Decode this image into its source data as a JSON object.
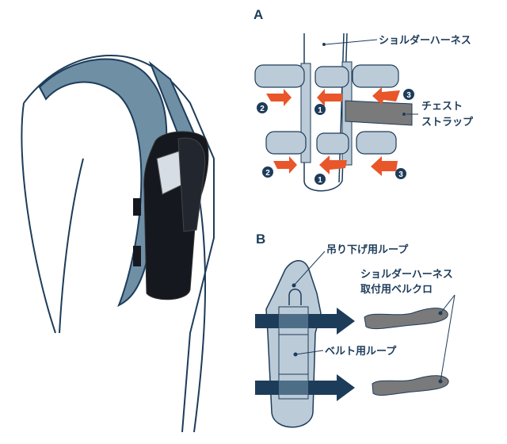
{
  "colors": {
    "navy": "#1d3c5a",
    "harness": "#6f8fa5",
    "light": "#bccbd8",
    "arrow": "#e8562a",
    "strap": "#7a7a7a",
    "pouch": "#15181f"
  },
  "section_a": {
    "title": "A",
    "harness_label": "ショルダーハーネス",
    "chest_strap_label_1": "チェスト",
    "chest_strap_label_2": "ストラップ",
    "steps": [
      "1",
      "2",
      "3"
    ]
  },
  "section_b": {
    "title": "B",
    "hanging_loop_label": "吊り下げ用ループ",
    "velcro_label_1": "ショルダーハーネス",
    "velcro_label_2": "取付用ベルクロ",
    "belt_loop_label": "ベルト用ループ"
  }
}
